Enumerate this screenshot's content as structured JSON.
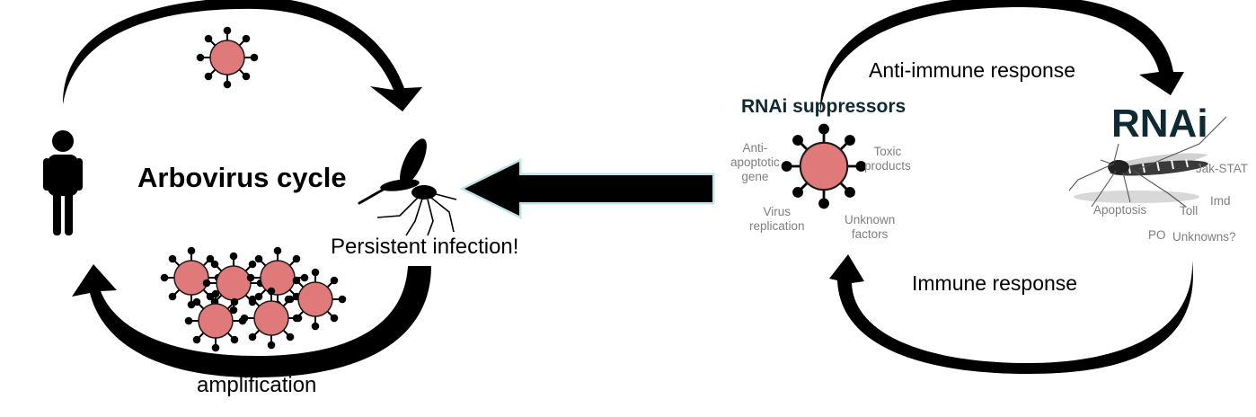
{
  "left_cycle": {
    "title": "Arbovirus cycle",
    "persistent": "Persistent infection!",
    "amplification": "amplification"
  },
  "right_cycle": {
    "anti_immune": "Anti-immune response",
    "immune": "Immune response",
    "suppressors": "RNAi suppressors",
    "rnai": "RNAi",
    "factors": {
      "anti_apoptotic_1": "Anti-",
      "anti_apoptotic_2": "apoptotic",
      "anti_apoptotic_3": "gene",
      "toxic_1": "Toxic",
      "toxic_2": "products",
      "virus_1": "Virus",
      "virus_2": "replication",
      "unknown_1": "Unknown",
      "unknown_2": "factors"
    },
    "pathways": {
      "jak_stat": "Jak-STAT",
      "imd": "Imd",
      "apoptosis": "Apoptosis",
      "toll": "Toll",
      "po": "PO",
      "unknowns": "Unknowns?"
    }
  },
  "colors": {
    "virus_fill": "#e07a7a",
    "arrow": "#000000",
    "heading": "#0f2a33",
    "factor_text": "#7f7f7f",
    "arrow_glow": "#bfe3e6"
  },
  "icons": [
    "human-icon",
    "mosquito-icon",
    "virus-icon",
    "mosquito-photo-icon"
  ]
}
